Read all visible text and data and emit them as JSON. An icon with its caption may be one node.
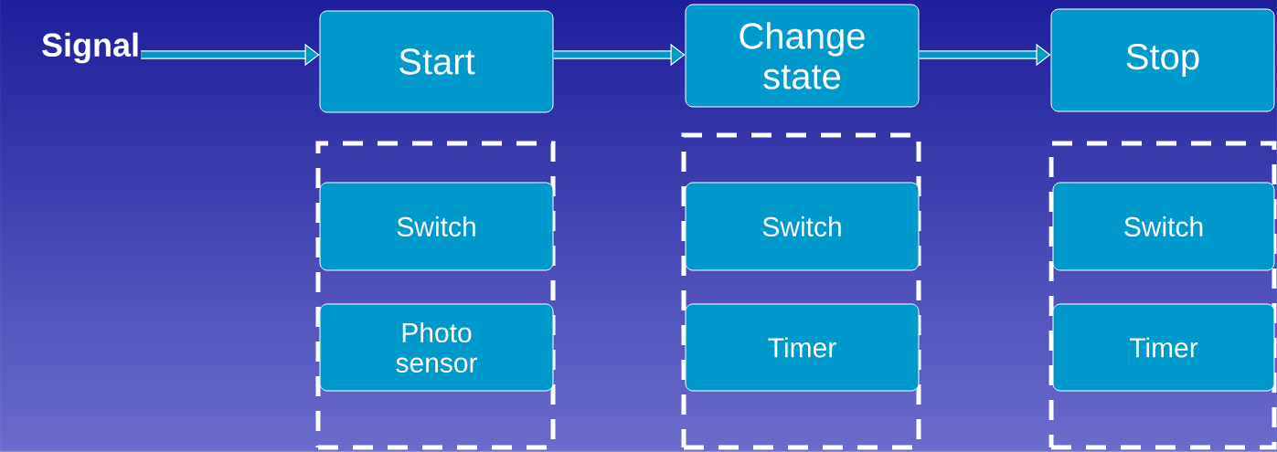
{
  "diagram": {
    "nodes": [
      {
        "text": [
          "Signal"
        ]
      },
      {
        "text": [
          "Start"
        ]
      },
      {
        "text": [
          "Change state"
        ]
      },
      {
        "text": [
          "Stop"
        ]
      },
      {
        "text": [],
        "shape": "box"
      },
      {
        "text": [
          "Switch"
        ],
        "in": 4
      },
      {
        "text": [
          "Photo sensor"
        ],
        "in": 4
      },
      {
        "text": [],
        "shape": "box"
      },
      {
        "text": [
          "Switch"
        ],
        "in": 7
      },
      {
        "text": [
          "Timer"
        ],
        "in": 7
      },
      {
        "text": [],
        "shape": "box"
      },
      {
        "text": [
          "Switch"
        ],
        "in": 10
      },
      {
        "text": [
          "Timer"
        ],
        "in": 10
      }
    ],
    "edges": [
      {
        "from": 0,
        "to": 1,
        "arrow": "to"
      },
      {
        "from": 1,
        "to": 2,
        "arrow": "to"
      },
      {
        "from": 2,
        "to": 3,
        "arrow": "to"
      }
    ]
  }
}
